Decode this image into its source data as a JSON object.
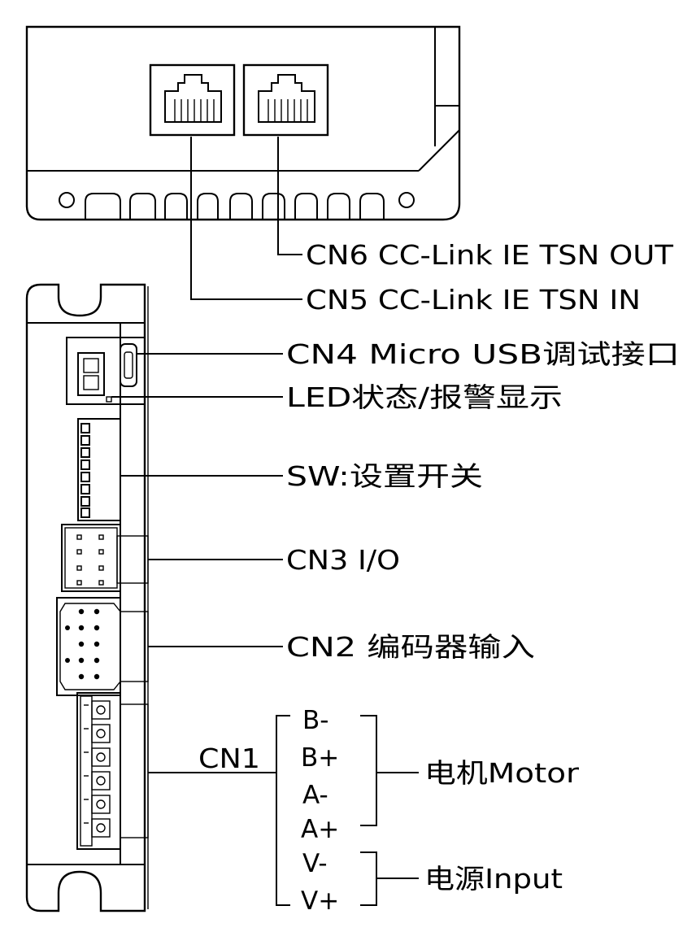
{
  "connectors": {
    "cn6": "CN6  CC-Link IE TSN OUT",
    "cn5": "CN5  CC-Link IE TSN IN",
    "cn4": "CN4 Micro USB调试接口",
    "led": "LED状态/报警显示",
    "sw": "SW:设置开关",
    "cn3": "CN3 I/O",
    "cn2": "CN2 编码器输入",
    "cn1": "CN1"
  },
  "cn1_pins": [
    "B-",
    "B+",
    "A-",
    "A+",
    "V-",
    "V+"
  ],
  "groups": {
    "motor": "电机Motor",
    "power": "电源Input"
  }
}
